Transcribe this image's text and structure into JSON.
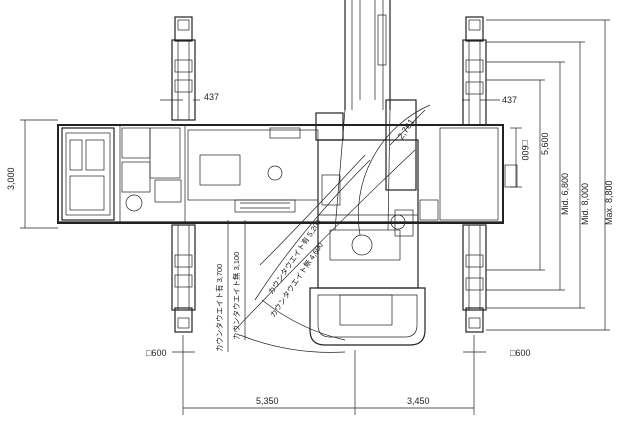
{
  "dimensions": {
    "outrigger_offset_left": "437",
    "outrigger_offset_right": "437",
    "tail_radius": "2,761",
    "pad_size_right": "□600",
    "pad_size_bottom_left": "□600",
    "pad_size_bottom_right": "□600",
    "body_width": "3,000",
    "span_min": "5,600",
    "span_mid1": "Mid. 6,800",
    "span_mid2": "Mid. 8,000",
    "span_max": "Max. 8,800",
    "rear_length": "5,350",
    "front_length": "3,450",
    "radius_with_cw": "カウンタウエイト有 5,200",
    "radius_without_cw": "カウンタウエイト無 4,600",
    "reach_with_cw": "カウンタウエイト有 3,700",
    "reach_without_cw": "カウンタウエイト無 3,100"
  }
}
